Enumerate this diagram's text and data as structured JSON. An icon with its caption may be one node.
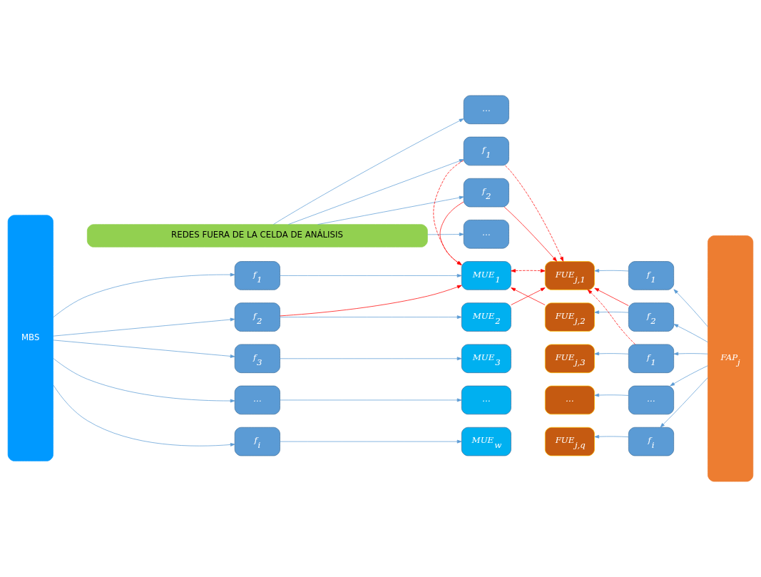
{
  "diagram": {
    "nodes": [
      {
        "text": [
          "REDES FUERA DE LA CELDA DE ANÁLISIS"
        ]
      },
      {
        "text": [
          "…"
        ]
      },
      {
        "text": [
          "f$_{1}$"
        ]
      },
      {
        "text": [
          "f$_{2}$"
        ]
      },
      {
        "text": [
          "…"
        ]
      },
      {
        "text": [
          "MBS"
        ]
      },
      {
        "text": [
          "f$_{1}$"
        ]
      },
      {
        "text": [
          "f$_{2}$"
        ]
      },
      {
        "text": [
          "f$_{3}$"
        ]
      },
      {
        "text": [
          "…"
        ]
      },
      {
        "text": [
          "f$_{i}$"
        ]
      },
      {
        "text": [
          "MUE$_{1}$"
        ]
      },
      {
        "text": [
          "MUE$_{2}$"
        ]
      },
      {
        "text": [
          "MUE$_{3}$"
        ]
      },
      {
        "text": [
          "…"
        ]
      },
      {
        "text": [
          "MUE$_{w}$"
        ]
      },
      {
        "text": [
          "FUE$_{j,1}$"
        ]
      },
      {
        "text": [
          "FUE$_{j,2}$"
        ]
      },
      {
        "text": [
          "FUE$_{j,3}$"
        ]
      },
      {
        "text": [
          "…"
        ]
      },
      {
        "text": [
          "FUE$_{j,q}$"
        ]
      },
      {
        "text": [
          "f$_{1}$"
        ]
      },
      {
        "text": [
          "f$_{2}$"
        ]
      },
      {
        "text": [
          "f$_{1}$"
        ]
      },
      {
        "text": [
          "…"
        ]
      },
      {
        "text": [
          "f$_{i}$"
        ]
      },
      {
        "text": [
          "FAP$_{j}$"
        ]
      }
    ],
    "edges": [
      {
        "from": 0,
        "to": 1,
        "arrow": "to"
      },
      {
        "from": 0,
        "to": 2,
        "arrow": "to"
      },
      {
        "from": 0,
        "to": 3,
        "arrow": "to"
      },
      {
        "from": 0,
        "to": 4,
        "arrow": "to"
      },
      {
        "from": 5,
        "to": 6,
        "arrow": "to"
      },
      {
        "from": 5,
        "to": 7,
        "arrow": "to"
      },
      {
        "from": 5,
        "to": 8,
        "arrow": "to"
      },
      {
        "from": 5,
        "to": 9,
        "arrow": "to"
      },
      {
        "from": 5,
        "to": 10,
        "arrow": "to"
      },
      {
        "from": 6,
        "to": 11,
        "arrow": "to"
      },
      {
        "from": 7,
        "to": 12,
        "arrow": "to"
      },
      {
        "from": 8,
        "to": 13,
        "arrow": "to"
      },
      {
        "from": 9,
        "to": 14,
        "arrow": "to"
      },
      {
        "from": 10,
        "to": 15,
        "arrow": "to"
      },
      {
        "from": 26,
        "to": 21,
        "arrow": "to"
      },
      {
        "from": 26,
        "to": 22,
        "arrow": "to"
      },
      {
        "from": 26,
        "to": 23,
        "arrow": "to"
      },
      {
        "from": 26,
        "to": 24,
        "arrow": "to"
      },
      {
        "from": 26,
        "to": 25,
        "arrow": "to"
      },
      {
        "from": 21,
        "to": 16,
        "arrow": "to"
      },
      {
        "from": 22,
        "to": 17,
        "arrow": "to"
      },
      {
        "from": 23,
        "to": 18,
        "arrow": "to"
      },
      {
        "from": 24,
        "to": 19,
        "arrow": "to"
      },
      {
        "from": 25,
        "to": 20,
        "arrow": "to"
      },
      {
        "from": 2,
        "to": 11,
        "arrow": "to",
        "style": "dashed",
        "color": "#ff0000"
      },
      {
        "from": 2,
        "to": 16,
        "arrow": "to",
        "style": "dashed",
        "color": "#ff0000"
      },
      {
        "from": 3,
        "to": 11,
        "arrow": "to",
        "color": "#ff0000"
      },
      {
        "from": 3,
        "to": 16,
        "arrow": "to",
        "color": "#ff0000"
      },
      {
        "from": 7,
        "to": 11,
        "arrow": "to",
        "color": "#ff0000"
      },
      {
        "from": 11,
        "to": 16,
        "arrow": "both",
        "style": "dashed",
        "color": "#ff0000"
      },
      {
        "from": 12,
        "to": 16,
        "arrow": "to",
        "color": "#ff0000"
      },
      {
        "from": 17,
        "to": 11,
        "arrow": "to",
        "color": "#ff0000"
      },
      {
        "from": 22,
        "to": 16,
        "arrow": "to",
        "color": "#ff0000"
      },
      {
        "from": 23,
        "to": 16,
        "arrow": "to",
        "style": "dashed",
        "color": "#ff0000"
      }
    ]
  }
}
